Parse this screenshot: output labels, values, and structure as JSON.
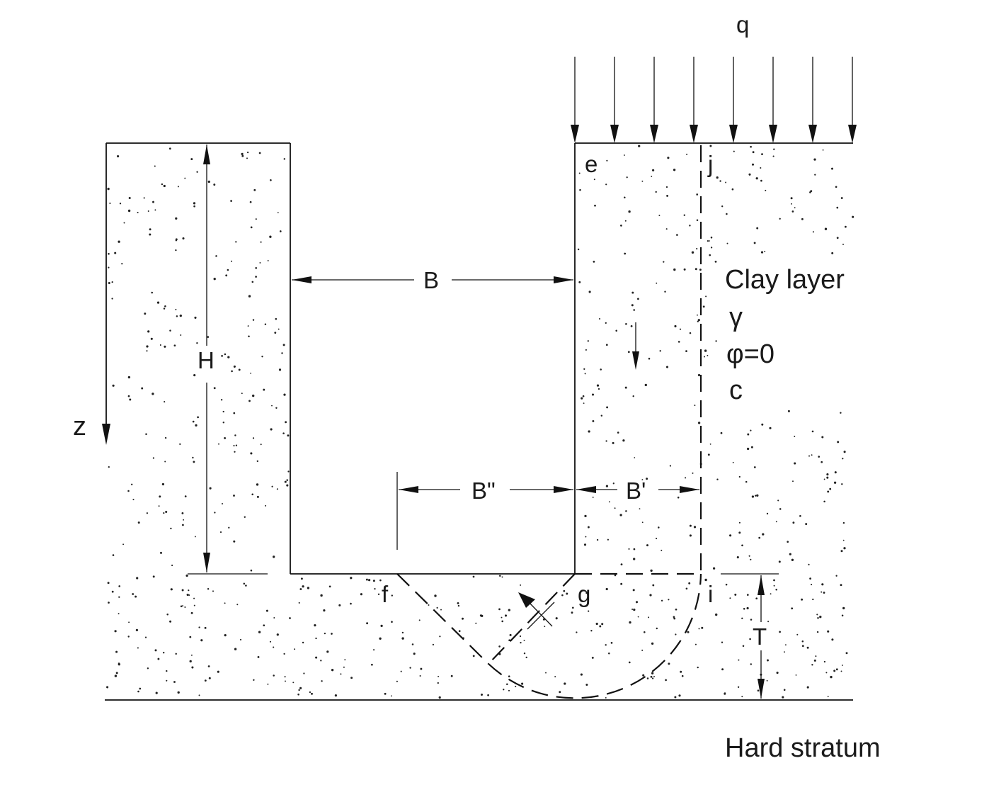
{
  "labels": {
    "q": "q",
    "e": "e",
    "j": "j",
    "B": "B",
    "H": "H",
    "z": "z",
    "B_double_prime": "B\"",
    "B_prime": "B'",
    "f": "f",
    "g": "g",
    "i": "i",
    "T": "T",
    "clay_title": "Clay layer",
    "gamma": "γ",
    "phi": "φ=0",
    "c": "c",
    "hard_stratum": "Hard stratum"
  },
  "colors": {
    "line": "#111111",
    "text": "#1a1a1a",
    "background": "#ffffff"
  }
}
